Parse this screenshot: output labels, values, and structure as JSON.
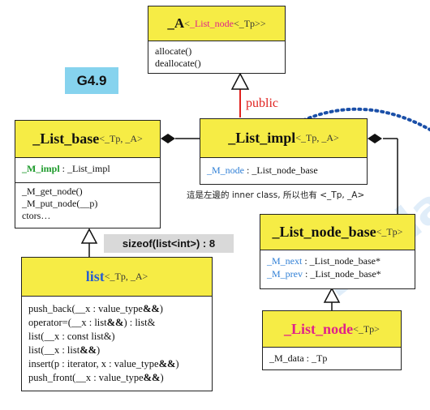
{
  "badge": "G4.9",
  "public_label": "public",
  "a_box": {
    "name": "_A",
    "tparams": "< ",
    "tparams_pink": "_List_node",
    "tparams_end": "<_Tp>>",
    "methods": [
      "allocate()",
      "deallocate()"
    ]
  },
  "list_base": {
    "name": "_List_base",
    "tparams": "<_Tp, _A>",
    "member_name": "_M_impl",
    "member_type": " : _List_impl",
    "methods": [
      "_M_get_node()",
      "_M_put_node(__p)",
      "ctors…"
    ]
  },
  "list_impl": {
    "name": "_List_impl",
    "tparams": "<_Tp, _A>",
    "member_name": "_M_node",
    "member_type": " : _List_node_base"
  },
  "inner_note": "這是左邊的 inner class, 所以也有 <_Tp, _A>",
  "sizeof_label": "sizeof(list<int>) : 8",
  "list_box": {
    "name": "list",
    "tparams": "<_Tp, _A>",
    "methods": [
      [
        "push_back(__x : value_type",
        "&&",
        ")"
      ],
      [
        "operator=(__x : list",
        "&&",
        ") : list&"
      ],
      [
        "list(__x : const list&)",
        "",
        ""
      ],
      [
        "list(__x : list",
        "&&",
        ")"
      ],
      [
        "insert(p : iterator, x : value_type",
        "&&",
        ")"
      ],
      [
        "push_front(__x : value_type",
        "&&",
        ")"
      ]
    ]
  },
  "node_base": {
    "name": "_List_node_base",
    "tparams": "<_Tp>",
    "members": [
      {
        "name": "_M_next",
        "type": " : _List_node_base*"
      },
      {
        "name": "_M_prev",
        "type": " : _List_node_base*"
      }
    ]
  },
  "list_node": {
    "name": "_List_node",
    "tparams": "<_Tp>",
    "members": [
      "_M_data : _Tp"
    ]
  },
  "colors": {
    "yellow": "#f6ec45",
    "badge_bg": "#86d3ee",
    "green": "#1d9a2b",
    "blue": "#2f7fd6",
    "pink": "#e0218a",
    "red": "#e0221f",
    "dots": "#1a4fa8"
  }
}
